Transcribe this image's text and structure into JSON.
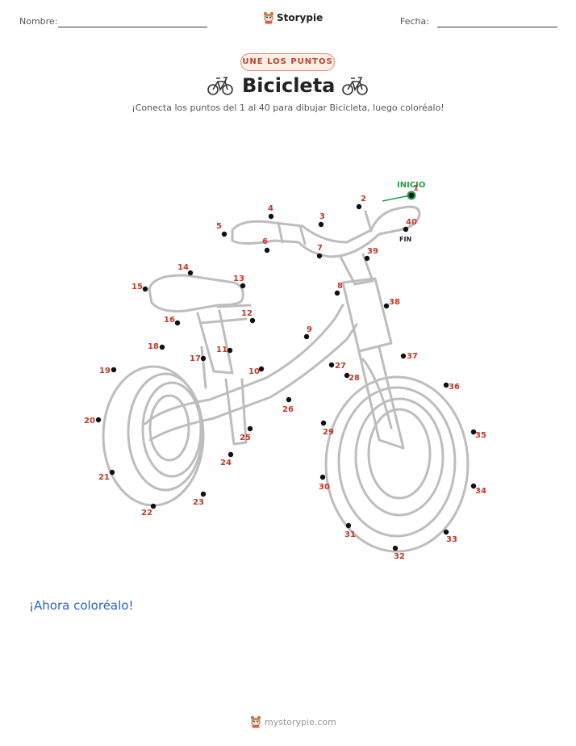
{
  "header": {
    "name_label": "Nombre:",
    "date_label": "Fecha:",
    "brand": "Storypie"
  },
  "badge": "UNE LOS PUNTOS",
  "title": "Bicicleta",
  "subtitle": "¡Conecta los puntos del 1 al 40 para dibujar Bicicleta, luego coloréalo!",
  "markers": {
    "start": "INICIO",
    "end": "FIN"
  },
  "dots": [
    "1",
    "2",
    "3",
    "4",
    "5",
    "6",
    "7",
    "8",
    "9",
    "10",
    "11",
    "12",
    "13",
    "14",
    "15",
    "16",
    "17",
    "18",
    "19",
    "20",
    "21",
    "22",
    "23",
    "24",
    "25",
    "26",
    "27",
    "28",
    "29",
    "30",
    "31",
    "32",
    "33",
    "34",
    "35",
    "36",
    "37",
    "38",
    "39",
    "40"
  ],
  "color_prompt": "¡Ahora coloréalo!",
  "footer": "mystorypie.com",
  "icons": [
    "mascot-icon",
    "bicycle-icon"
  ],
  "colors": {
    "dots": "#111111",
    "dot_labels": "#c0392b",
    "start": "#1e9e4a",
    "outline": "#bdbdbd",
    "link": "#2c63c9",
    "badge_bg": "#fdeee6",
    "badge_text": "#b5452a"
  }
}
